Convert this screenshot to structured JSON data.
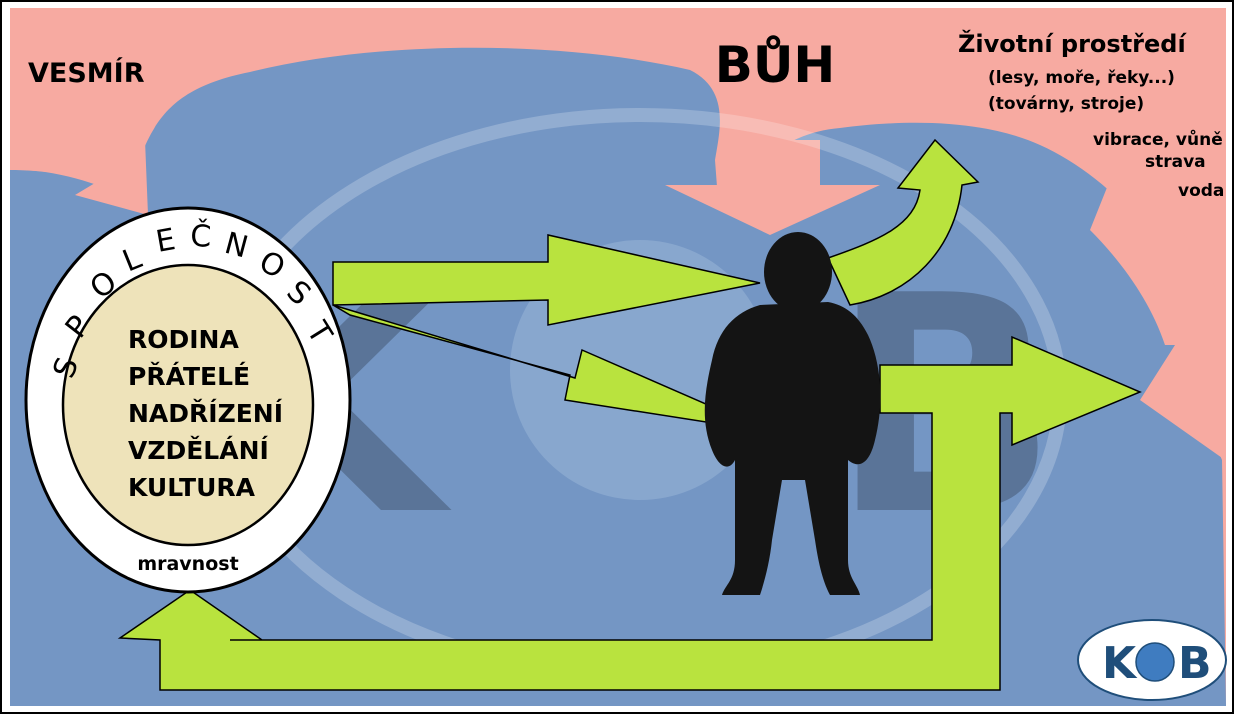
{
  "labels": {
    "vesmir": "VESMÍR",
    "buh": "BŮH",
    "zivotni_prostredi": "Životní prostředí",
    "lesy": "(lesy, moře, řeky...)",
    "tovarny": "(továrny, stroje)",
    "vibrace": "vibrace, vůně",
    "strava": "strava",
    "voda": "voda",
    "spolecnost_letters": [
      "S",
      "P",
      "O",
      "L",
      "E",
      "Č",
      "N",
      "O",
      "S",
      "T"
    ],
    "inner_items": [
      "RODINA",
      "PŘÁTELÉ",
      "NADŘÍZENÍ",
      "VZDĚLÁNÍ",
      "KULTURA"
    ],
    "mravnost": "mravnost",
    "watermark_k": "K",
    "watermark_b": "B",
    "logo_k": "K",
    "logo_b": "B"
  },
  "colors": {
    "pink": "#f7aaa1",
    "blue": "#7496c4",
    "arrow_green": "#b9e33e",
    "figure": "#141414",
    "ellipse_fill": "#eee3ba",
    "logo_blue": "#1f4e7a"
  }
}
